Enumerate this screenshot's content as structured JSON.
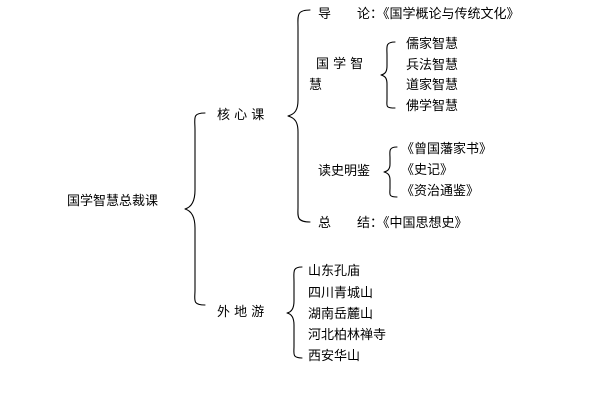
{
  "root": {
    "label": "国学智慧总裁课",
    "children": [
      {
        "label": "核 心 课",
        "children": [
          {
            "label": "导　　论：《国学概论与传统文化》",
            "children": []
          },
          {
            "label": "国 学 智",
            "label_cont": "慧",
            "children": [
              {
                "label": "儒家智慧"
              },
              {
                "label": "兵法智慧"
              },
              {
                "label": "道家智慧"
              },
              {
                "label": "佛学智慧"
              }
            ]
          },
          {
            "label": "读史明鉴",
            "children": [
              {
                "label": "《曾国藩家书》"
              },
              {
                "label": "《史记》"
              },
              {
                "label": "《资治通鉴》"
              }
            ]
          },
          {
            "label": "总　　结：《中国思想史》",
            "children": []
          }
        ]
      },
      {
        "label": "外 地 游",
        "children": [
          {
            "label": "山东孔庙"
          },
          {
            "label": "四川青城山"
          },
          {
            "label": "湖南岳麓山"
          },
          {
            "label": "河北柏林禅寺"
          },
          {
            "label": "西安华山"
          }
        ]
      }
    ]
  }
}
